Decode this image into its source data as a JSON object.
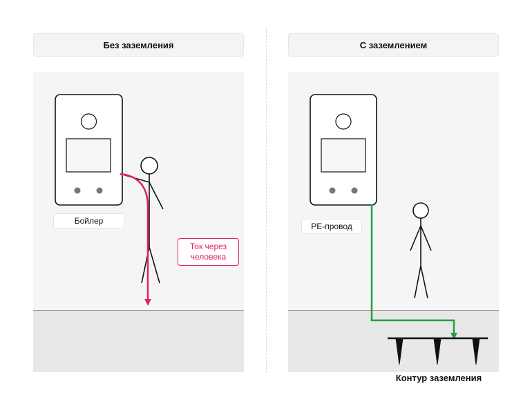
{
  "panels": {
    "left": {
      "title": "Без заземления",
      "boiler_label": "Бойлер",
      "current_label_line1": "Ток через",
      "current_label_line2": "человека"
    },
    "right": {
      "title": "С заземлением",
      "pe_label": "PE-провод",
      "ground_label": "Контур заземления"
    }
  },
  "colors": {
    "danger_current": "#e0245e",
    "pe_wire": "#22a03c",
    "ground_fill": "#e8e8e8",
    "wall_fill": "#f5f5f5"
  },
  "icons": [
    "boiler-icon",
    "person-icon",
    "current-arrow-icon",
    "pe-wire-icon",
    "ground-electrode-icon"
  ]
}
